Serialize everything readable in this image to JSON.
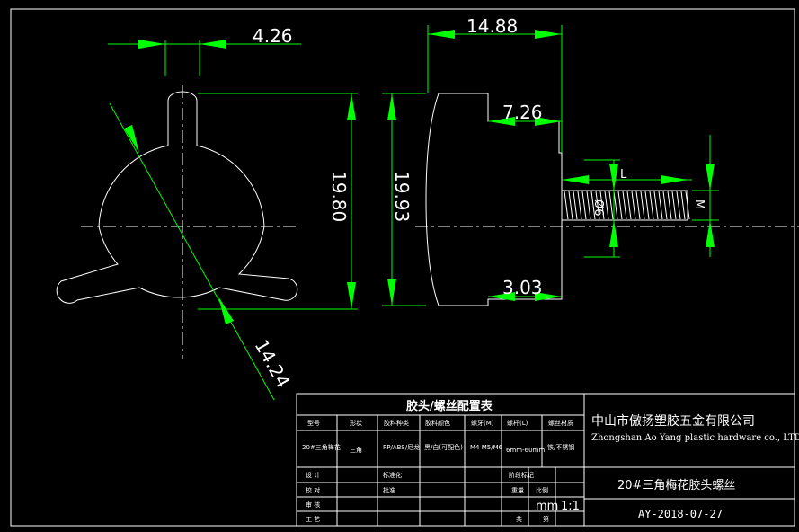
{
  "dimensions": {
    "hub_width": "4.26",
    "cross_span": "14.24",
    "height_inner": "19.80",
    "height_outer": "19.93",
    "total_width": "14.88",
    "boss_width": "7.26",
    "lower_step": "3.03",
    "thread_length": "L",
    "thread_dia_small": "Ø6",
    "thread_dia": "M"
  },
  "table": {
    "title": "胶头/螺丝配置表",
    "headers": [
      "型号",
      "形状",
      "胶料种类",
      "胶料颜色",
      "螺牙(M)",
      "螺杆(L)",
      "螺丝材质"
    ],
    "row": [
      "20#三角梅花",
      "三角",
      "PP/ABS/尼龙",
      "黑/白(可配色)",
      "M4 M5/M6",
      "6mm-60mm",
      "铁/不锈钢"
    ],
    "labels": {
      "design": "设 计",
      "check": "校 对",
      "draw": "审 核",
      "process": "工 艺",
      "std": "标准化",
      "approve": "批准",
      "scale_mark": "阶段标记",
      "weight": "重量",
      "ratio_label": "比例",
      "unit": "mm",
      "ratio": "1:1",
      "sheet": "共",
      "page": "第"
    }
  },
  "company": {
    "name_cn": "中山市傲扬塑胶五金有限公司",
    "name_en": "Zhongshan Ao Yang plastic hardware co., LTD",
    "part_name": "20#三角梅花胶头螺丝",
    "drawing_no": "AY-2018-07-27"
  },
  "colors": {
    "background": "#000000",
    "lines": "#ffffff",
    "dimension": "#00ff00"
  }
}
